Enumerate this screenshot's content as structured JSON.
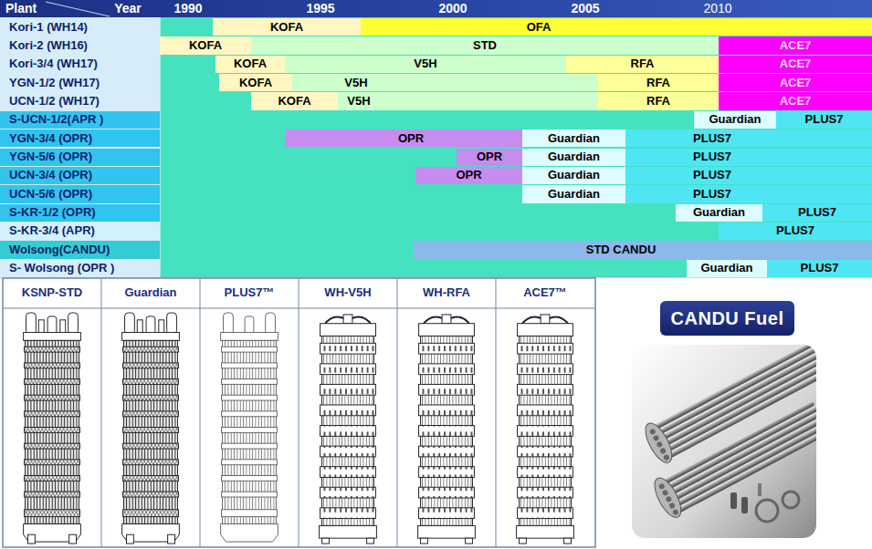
{
  "diagram": {
    "nodes": [
      {
        "text": [
          "Kori-1 (WH14)"
        ]
      },
      {
        "text": [
          "KOFA"
        ]
      },
      {
        "text": [
          "OFA"
        ]
      },
      {
        "text": [
          "Kori-2 (WH16)"
        ]
      },
      {
        "text": [
          "KOFA"
        ]
      },
      {
        "text": [
          "STD"
        ]
      },
      {
        "text": [
          "ACE7"
        ]
      },
      {
        "text": [
          "Kori-3/4 (WH17)"
        ]
      },
      {
        "text": [
          "KOFA"
        ]
      },
      {
        "text": [
          "V5H"
        ]
      },
      {
        "text": [
          "RFA"
        ]
      },
      {
        "text": [
          "ACE7"
        ]
      },
      {
        "text": [
          "YGN-1/2 (WH17)"
        ]
      },
      {
        "text": [
          "KOFA"
        ]
      },
      {
        "text": [
          "V5H"
        ]
      },
      {
        "text": [
          "RFA"
        ]
      },
      {
        "text": [
          "ACE7"
        ]
      },
      {
        "text": [
          "UCN-1/2 (WH17)"
        ]
      },
      {
        "text": [
          "KOFA"
        ]
      },
      {
        "text": [
          "V5H"
        ]
      },
      {
        "text": [
          "RFA"
        ]
      },
      {
        "text": [
          "ACE7"
        ]
      },
      {
        "text": [
          "S-UCN-1/2(APR )"
        ]
      },
      {
        "text": [
          "Guardian"
        ]
      },
      {
        "text": [
          "PLUS7"
        ]
      },
      {
        "text": [
          "YGN-3/4 (OPR)"
        ]
      },
      {
        "text": [
          "OPR"
        ]
      },
      {
        "text": [
          "Guardian"
        ]
      },
      {
        "text": [
          "PLUS7"
        ]
      },
      {
        "text": [
          "YGN-5/6 (OPR)"
        ]
      },
      {
        "text": [
          "OPR"
        ]
      },
      {
        "text": [
          "Guardian"
        ]
      },
      {
        "text": [
          "PLUS7"
        ]
      },
      {
        "text": [
          "UCN-3/4 (OPR)"
        ]
      },
      {
        "text": [
          "OPR"
        ]
      },
      {
        "text": [
          "Guardian"
        ]
      },
      {
        "text": [
          "PLUS7"
        ]
      },
      {
        "text": [
          "UCN-5/6 (OPR)"
        ]
      },
      {
        "text": [
          "Guardian"
        ]
      },
      {
        "text": [
          "PLUS7"
        ]
      },
      {
        "text": [
          "S-KR-1/2 (OPR)"
        ]
      },
      {
        "text": [
          "Guardian"
        ]
      },
      {
        "text": [
          "PLUS7"
        ]
      },
      {
        "text": [
          "S-KR-3/4 (APR)"
        ]
      },
      {
        "text": [
          "PLUS7"
        ]
      },
      {
        "text": [
          "Wolsong(CANDU)"
        ]
      },
      {
        "text": [
          "STD CANDU"
        ]
      },
      {
        "text": [
          "S- Wolsong (OPR )"
        ]
      },
      {
        "text": [
          "Guardian"
        ]
      },
      {
        "text": [
          "PLUS7"
        ]
      },
      {
        "text": [
          "CANDU Fuel"
        ]
      }
    ],
    "labels": [
      "Plant",
      "Year",
      "1990",
      "1995",
      "2000",
      "2005",
      "2010",
      "KSNP-STD",
      "Guardian",
      "PLUS7™",
      "WH-V5H",
      "WH-RFA",
      "ACE7™"
    ]
  }
}
